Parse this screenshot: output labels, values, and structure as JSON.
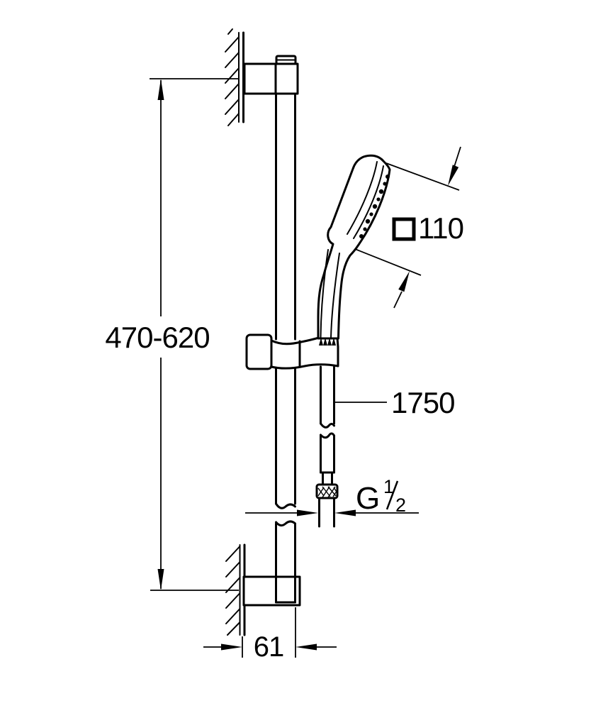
{
  "drawing": {
    "labels": {
      "height_range": "470-620",
      "head_width": "110",
      "hose_length": "1750",
      "thread_letter": "G",
      "thread_numerator": "1",
      "thread_denominator": "2",
      "wall_distance": "61"
    },
    "icons": {
      "head_width_prefix": "square-outline"
    },
    "colors": {
      "line": "#000000",
      "background": "#ffffff"
    }
  }
}
